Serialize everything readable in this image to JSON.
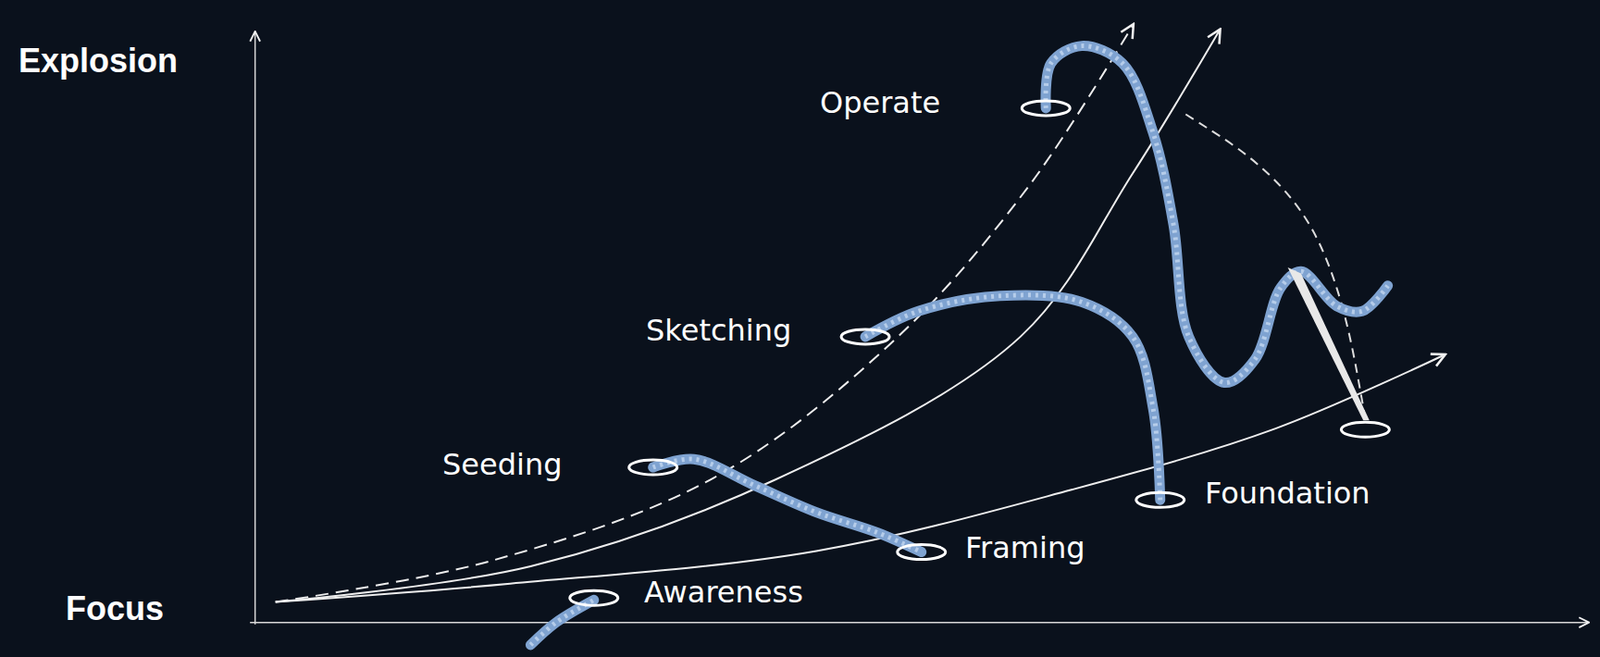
{
  "diagram": {
    "labels": [
      "Explosion",
      "Focus",
      "Operate",
      "Sketching",
      "Seeding",
      "Framing",
      "Foundation",
      "Awareness"
    ]
  }
}
